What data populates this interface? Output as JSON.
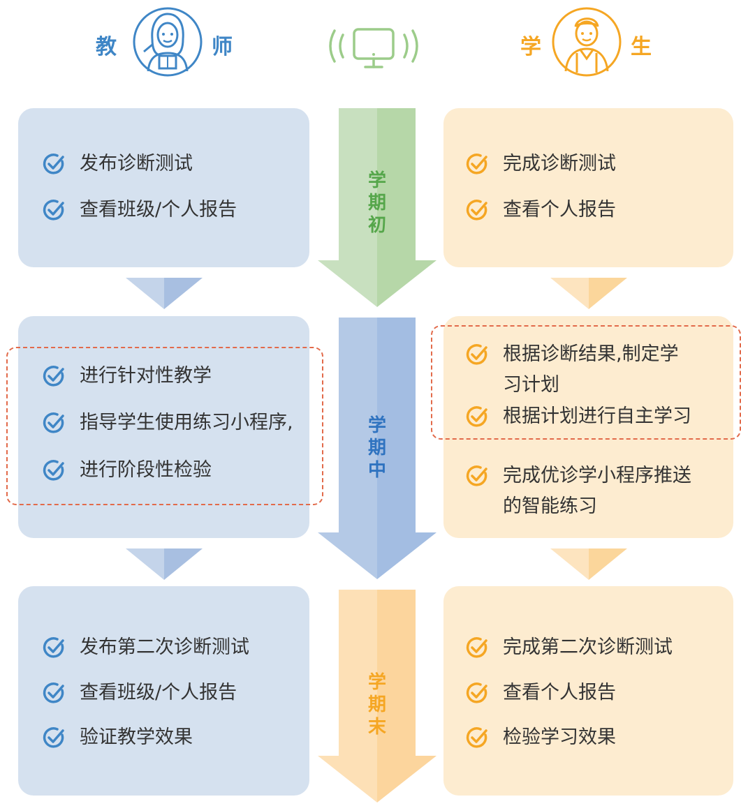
{
  "header": {
    "teacher_left": "教",
    "teacher_right": "师",
    "student_left": "学",
    "student_right": "生"
  },
  "phases": [
    {
      "label_lines": [
        "学",
        "期",
        "初"
      ],
      "color": "#55a64a"
    },
    {
      "label_lines": [
        "学",
        "期",
        "中"
      ],
      "color": "#2f73c0"
    },
    {
      "label_lines": [
        "学",
        "期",
        "末"
      ],
      "color": "#f5a623"
    }
  ],
  "teacher": {
    "start": [
      "发布诊断测试",
      "查看班级/个人报告"
    ],
    "middle": [
      "进行针对性教学",
      "指导学生使用练习小程序,",
      "进行阶段性检验"
    ],
    "end": [
      "发布第二次诊断测试",
      "查看班级/个人报告",
      "验证教学效果"
    ]
  },
  "student": {
    "start": [
      "完成诊断测试",
      "查看个人报告"
    ],
    "middle": [
      {
        "lines": [
          "根据诊断结果,制定学",
          "习计划"
        ]
      },
      {
        "lines": [
          "根据计划进行自主学习"
        ]
      },
      {
        "lines": [
          "完成优诊学小程序推送",
          "的智能练习"
        ]
      }
    ],
    "end": [
      "完成第二次诊断测试",
      "查看个人报告",
      "检验学习效果"
    ]
  },
  "colors": {
    "teacher_accent": "#3f86c6",
    "student_accent": "#f5a623",
    "device_green": "#9ccc8a",
    "dashed_border": "#e26a4a"
  },
  "icons": {
    "teacher_avatar": "teacher-icon",
    "device": "computer-signal-icon",
    "student_avatar": "student-icon",
    "check": "check-circle-icon"
  }
}
